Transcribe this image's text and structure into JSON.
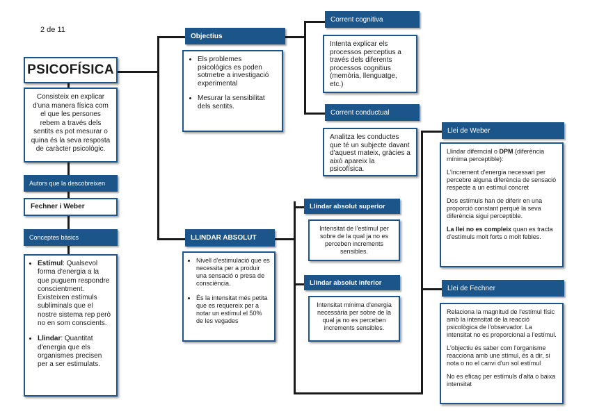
{
  "page_label": "2 de 11",
  "title": "PSICOFÍSICA",
  "definition": "Consisteix en explicar d'una manera física com el que les persones rebem a través dels sentits es pot mesurar o quina és la seva resposta de caràcter psicològic.",
  "autors": {
    "header": "Autors que la descobreixen",
    "value": "Fechner i Weber"
  },
  "conceptes": {
    "header": "Conceptes bàsics",
    "items": [
      {
        "term": "Estímul",
        "text": ": Qualsevol forma d'energia a la que puguem respondre conscientment. Existeixen estímuls subliminals que el nostre sistema rep però no en som conscients."
      },
      {
        "term": "Llindar",
        "text": ": Quantitat d'energia que els organismes precisen per a ser estimulats."
      }
    ]
  },
  "objectius": {
    "header": "Objectius",
    "items": [
      "Els problemes psicològics es poden sotmetre a investigació experimental",
      "Mesurar la sensibilitat dels sentits."
    ]
  },
  "corrent_cognitiva": {
    "header": "Corrent cognitiva",
    "text": "Intenta explicar els processos perceptius a través dels diferents processos cognitius (memòria, llenguatge, etc.)"
  },
  "corrent_conductual": {
    "header": "Corrent conductual",
    "text": "Analitza les conductes que té un subjecte davant d'aquest mateix, gràcies a això apareix la psicofísica."
  },
  "llindar_absolut": {
    "header": "LLINDAR ABSOLUT",
    "items": [
      "Nivell d'estimulació que es necessita per a produir una sensació o presa de consciència.",
      "És la intensitat més petita que es requereix per a notar un estímul el 50% de les vegades"
    ]
  },
  "llindar_superior": {
    "header": "Llindar absolut superior",
    "text": "Intensitat de l'estímul per sobre de la qual ja no es perceben increments sensibles."
  },
  "llindar_inferior": {
    "header": "Llindar absolut inferior",
    "text": "Intensitat mínima d'energia necessària per sobre de la qual ja no es perceben increments sensibles."
  },
  "weber": {
    "header": "Llei de Weber",
    "p1_a": "Llindar diferncial o ",
    "p1_b": "DPM",
    "p1_c": " (diferència mínima perceptible):",
    "p2": "L'increment d'energia necessari per percebre alguna diferència de sensació respecte a un estímul concret",
    "p3": "Dos estímuls han de diferir en una proporció constant perquè la seva diferència sigui perceptible.",
    "p4_a": "La llei no es compleix quan es tracta d'estímuls molt forts o molt febles."
  },
  "fechner": {
    "header": "Llei de Fechner",
    "p1": "Relaciona la magnitud de l'estímul físic amb la intensitat de la reacció psicològica de l'observador. La intensitat no es proporcional a l'estímul.",
    "p2": "L'objectiu és saber com l'organisme reacciona amb une stímul, és a dir, si nota o no el canvi d'un sol estímul",
    "p3": "No es eficaç per estímuls d'alta o baixa intensitat"
  }
}
